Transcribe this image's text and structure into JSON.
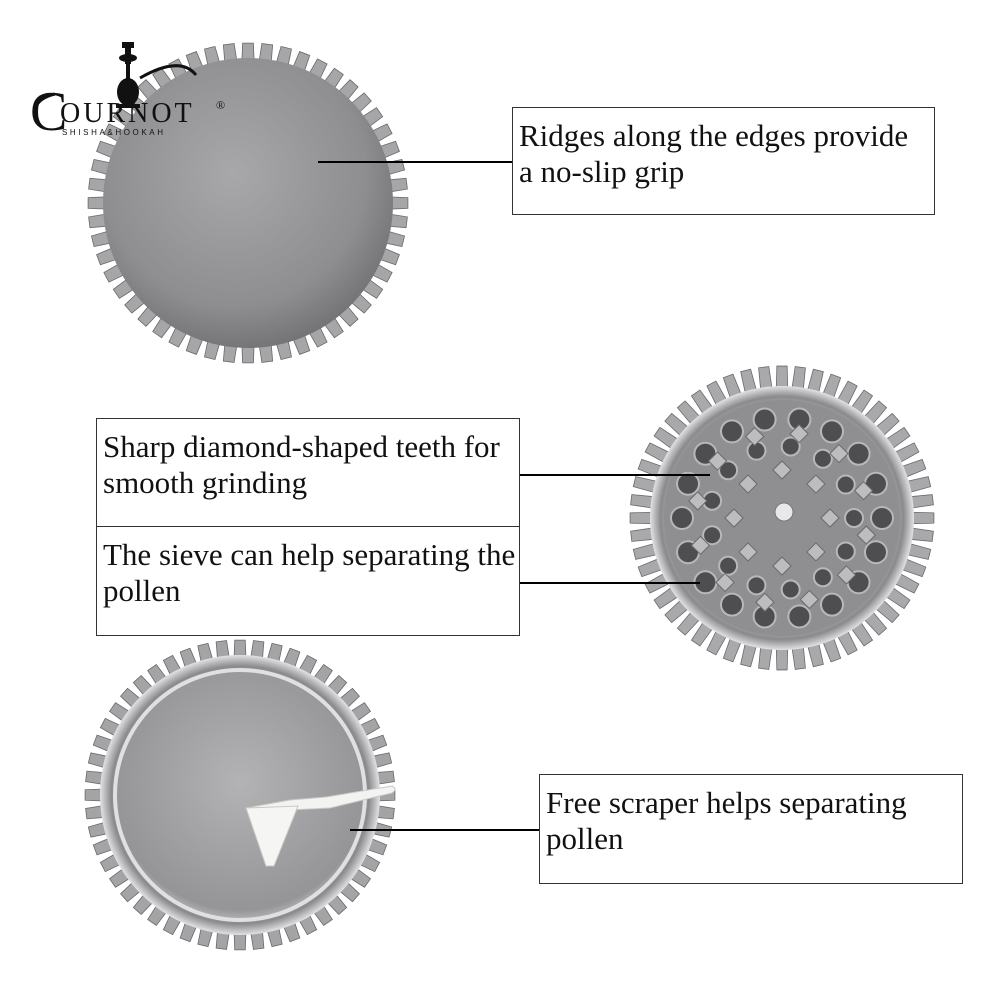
{
  "brand": {
    "name": "OURNOT",
    "initial": "C",
    "subtitle": "SHISHA&HOOKAH",
    "mark": "®",
    "logo_icon": "hookah-icon"
  },
  "callouts": [
    {
      "id": "ridges",
      "text": "Ridges along the edges provide a no-slip grip"
    },
    {
      "id": "teeth",
      "text": "Sharp diamond-shaped teeth for smooth grinding"
    },
    {
      "id": "sieve",
      "text": "The sieve can help separating the pollen"
    },
    {
      "id": "scraper",
      "text": "Free scraper helps separating pollen"
    }
  ],
  "colors": {
    "metal_light": "#c9c9cb",
    "metal_mid": "#9c9c9e",
    "metal_dark": "#5e5e60",
    "line": "#000000"
  }
}
